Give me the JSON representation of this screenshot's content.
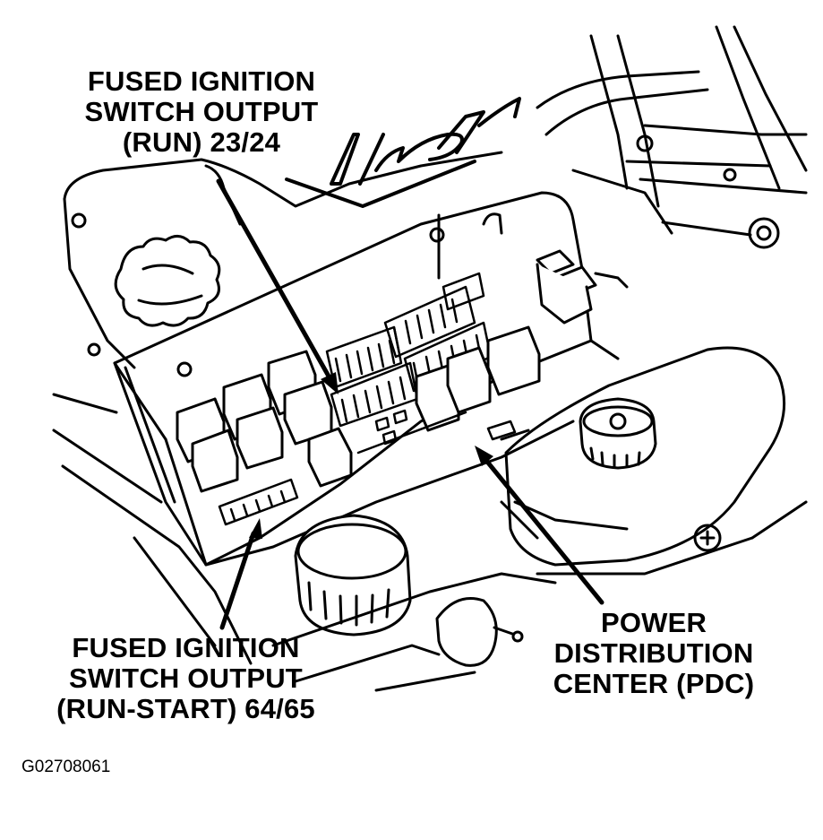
{
  "callouts": {
    "run": {
      "line1": "FUSED IGNITION",
      "line2": "SWITCH OUTPUT",
      "line3": "(RUN) 23/24"
    },
    "run_start": {
      "line1": "FUSED IGNITION",
      "line2": "SWITCH OUTPUT",
      "line3": "(RUN-START) 64/65"
    },
    "pdc": {
      "line1": "POWER",
      "line2": "DISTRIBUTION",
      "line3": "CENTER (PDC)"
    }
  },
  "figure_id": "G02708061",
  "colors": {
    "ink": "#000000",
    "paper": "#ffffff"
  }
}
